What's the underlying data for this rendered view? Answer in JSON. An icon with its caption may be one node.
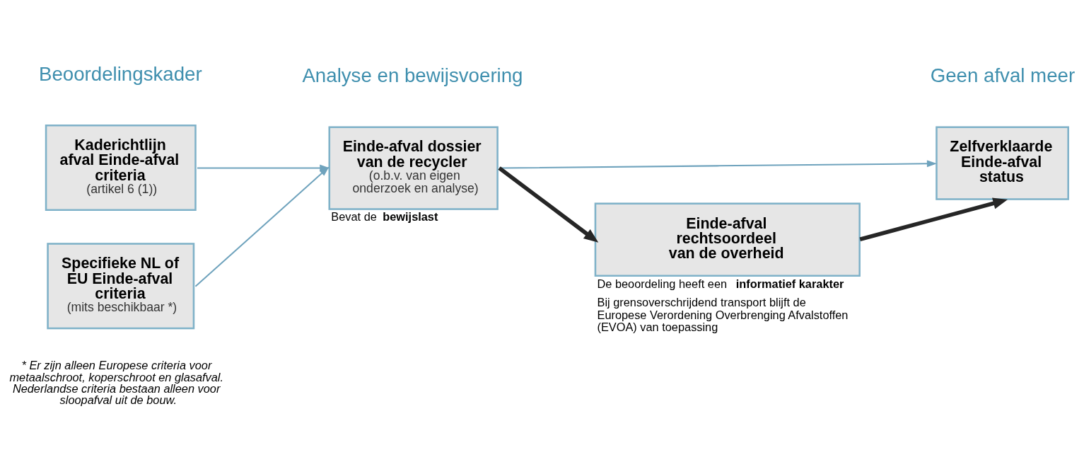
{
  "diagram": {
    "nodes": [
      {
        "text": [
          "Kaderichtlijn afval Einde-afval criteria",
          "(artikel 6 (1))"
        ]
      },
      {
        "text": [
          "Specifieke NL of EU Einde-afval criteria",
          "(mits beschikbaar *)"
        ]
      },
      {
        "text": [
          "Einde-afval dossier van de recycler",
          "(o.b.v. van eigen onderzoek en analyse)"
        ],
        "beside": [
          "Bevat de **bewijslast**"
        ]
      },
      {
        "text": [
          "Zelfverklaarde Einde-afval status"
        ]
      },
      {
        "text": [
          "Einde-afval rechtsoordeel van de overheid"
        ],
        "beside": [
          "De beoordeling heeft een **informatief karakter**",
          "Bij grensoverschrijdend transport blijft de Europese Verordening Overbrenging Afvalstoffen (EVOA) van toepassing"
        ]
      }
    ],
    "edges": [
      {
        "from": 0,
        "to": 2,
        "arrow": "to"
      },
      {
        "from": 1,
        "to": 2,
        "arrow": "to"
      },
      {
        "from": 2,
        "to": 3,
        "arrow": "to"
      },
      {
        "from": 2,
        "to": 4,
        "arrow": "to",
        "style": "thick",
        "color": "#262626"
      },
      {
        "from": 4,
        "to": 3,
        "arrow": "to",
        "style": "thick",
        "color": "#262626"
      }
    ],
    "labels": [
      "Beoordelingskader",
      "Analyse en bewijsvoering",
      "Geen afval meer",
      "* Er zijn alleen Europese criteria voor metaalschroot, koperschroot en glasafval. Nederlandse criteria bestaan alleen voor sloopafval uit de bouw."
    ]
  }
}
